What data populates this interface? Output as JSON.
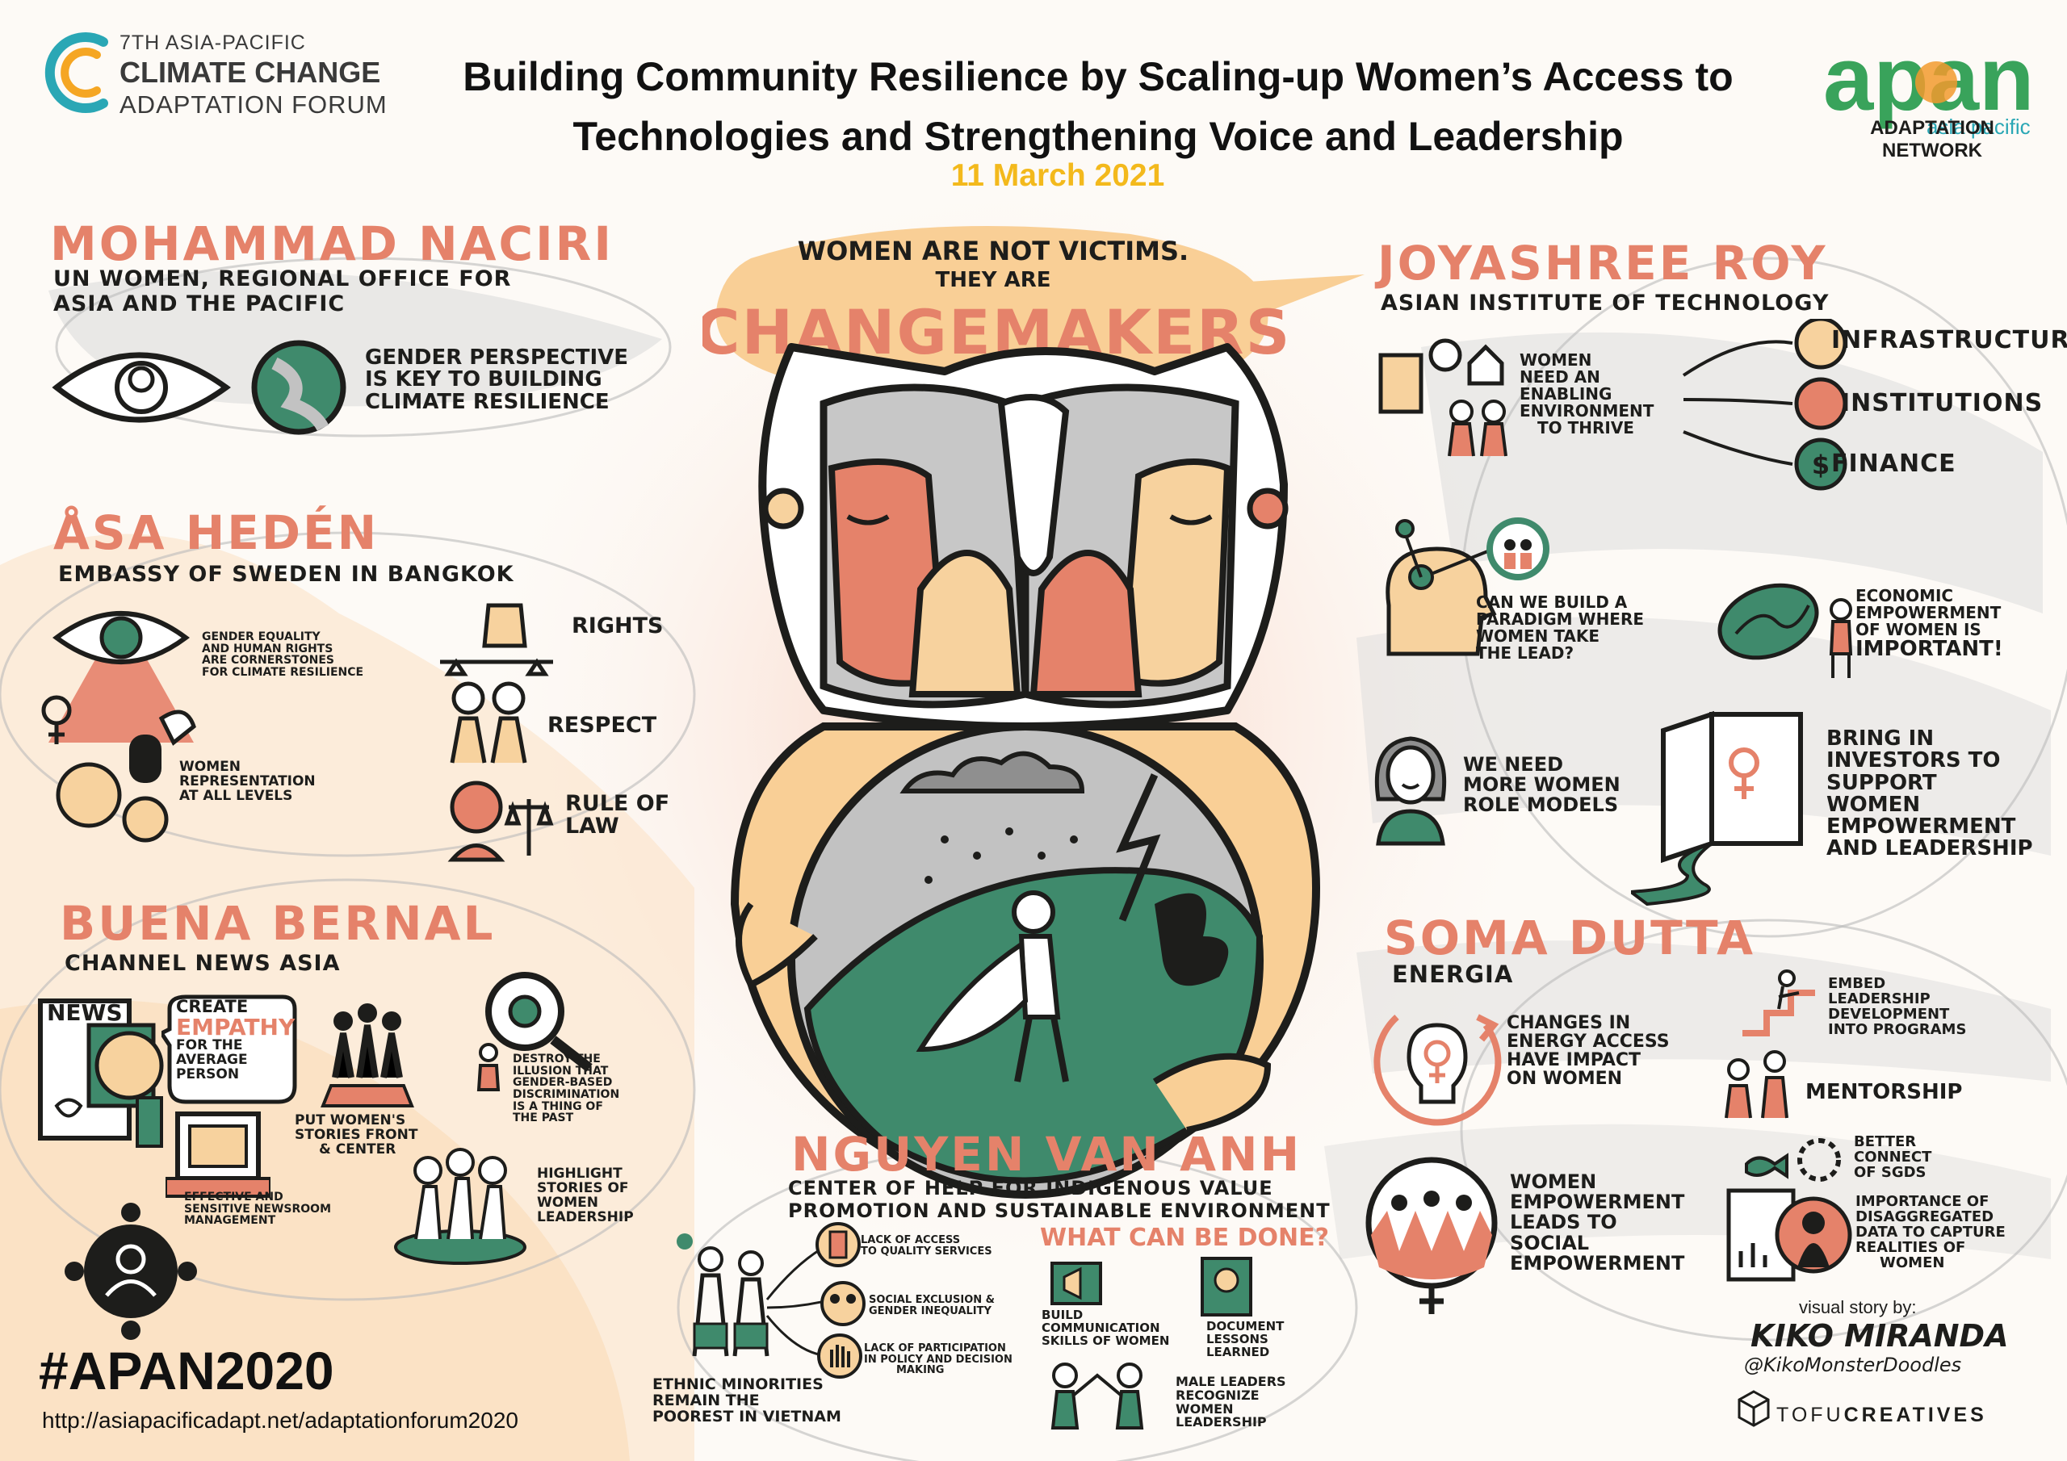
{
  "header": {
    "forum_line1": "7TH ASIA-PACIFIC",
    "forum_line2": "CLIMATE CHANGE",
    "forum_line3": "ADAPTATION FORUM",
    "title_line1": "Building Community Resilience by Scaling-up Women’s Access to",
    "title_line2": "Technologies and Strengthening Voice and Leadership",
    "date": "11 March 2021",
    "apan_logo_text": "apan",
    "apan_logo_sub": "asia pacific",
    "apan_tagline": "ADAPTATION NETWORK"
  },
  "center": {
    "bubble_line1": "WOMEN ARE NOT VICTIMS.",
    "bubble_line2": "THEY ARE",
    "bubble_line3": "CHANGEMAKERS"
  },
  "speakers": {
    "naciri": {
      "name": "MOHAMMAD NACIRI",
      "org_line1": "UN WOMEN, REGIONAL OFFICE FOR",
      "org_line2": "ASIA AND THE PACIFIC",
      "note": [
        "GENDER PERSPECTIVE",
        "IS KEY TO BUILDING",
        "CLIMATE RESILIENCE"
      ]
    },
    "heden": {
      "name": "ÅSA HEDÉN",
      "org": "EMBASSY OF SWEDEN IN BANGKOK",
      "note1": [
        "GENDER EQUALITY",
        "AND HUMAN RIGHTS",
        "ARE CORNERSTONES",
        "FOR CLIMATE RESILIENCE"
      ],
      "note2": [
        "WOMEN",
        "REPRESENTATION",
        "AT ALL LEVELS"
      ],
      "rights": "RIGHTS",
      "respect": "RESPECT",
      "rule_line1": "RULE OF",
      "rule_line2": "LAW"
    },
    "bernal": {
      "name": "BUENA BERNAL",
      "org": "CHANNEL NEWS ASIA",
      "news": "NEWS",
      "bubble": [
        "CREATE",
        "EMPATHY",
        "FOR THE",
        "AVERAGE",
        "PERSON"
      ],
      "front": [
        "PUT WOMEN'S",
        "STORIES FRONT",
        "& CENTER"
      ],
      "destroy": [
        "DESTROY THE",
        "ILLUSION THAT",
        "GENDER-BASED",
        "DISCRIMINATION",
        "IS A THING OF",
        "THE PAST"
      ],
      "newsroom": [
        "EFFECTIVE AND",
        "SENSITIVE NEWSROOM",
        "MANAGEMENT"
      ],
      "highlight": [
        "HIGHLIGHT",
        "STORIES OF",
        "WOMEN",
        "LEADERSHIP"
      ]
    },
    "roy": {
      "name": "JOYASHREE ROY",
      "org": "ASIAN INSTITUTE OF TECHNOLOGY",
      "enable": [
        "WOMEN",
        "NEED AN",
        "ENABLING",
        "ENVIRONMENT",
        "TO THRIVE"
      ],
      "infrastructure": "INFRASTRUCTURE",
      "institutions": "INSTITUTIONS",
      "finance": "FINANCE",
      "paradigm": [
        "CAN WE BUILD A",
        "PARADIGM WHERE",
        "WOMEN TAKE",
        "THE LEAD?"
      ],
      "economic": [
        "ECONOMIC",
        "EMPOWERMENT",
        "OF WOMEN IS",
        "IMPORTANT!"
      ],
      "role": [
        "WE NEED",
        "MORE WOMEN",
        "ROLE MODELS"
      ],
      "investors": [
        "BRING IN",
        "INVESTORS TO",
        "SUPPORT",
        "WOMEN",
        "EMPOWERMENT",
        "AND LEADERSHIP"
      ]
    },
    "dutta": {
      "name": "SOMA DUTTA",
      "org": "ENERGIA",
      "energy": [
        "CHANGES IN",
        "ENERGY ACCESS",
        "HAVE IMPACT",
        "ON WOMEN"
      ],
      "embed": [
        "EMBED",
        "LEADERSHIP",
        "DEVELOPMENT",
        "INTO PROGRAMS"
      ],
      "mentorship": "MENTORSHIP",
      "sdgs": [
        "BETTER",
        "CONNECT",
        "OF SGDS"
      ],
      "social": [
        "WOMEN",
        "EMPOWERMENT",
        "LEADS TO",
        "SOCIAL",
        "EMPOWERMENT"
      ],
      "data": [
        "IMPORTANCE OF",
        "DISAGGREGATED",
        "DATA TO CAPTURE",
        "REALITIES OF",
        "WOMEN"
      ]
    },
    "anh": {
      "name": "NGUYEN VAN ANH",
      "org_line1": "CENTER OF HELP FOR INDIGENOUS VALUE",
      "org_line2": "PROMOTION AND SUSTAINABLE ENVIRONMENT",
      "access": [
        "LACK OF ACCESS",
        "TO QUALITY SERVICES"
      ],
      "exclusion": [
        "SOCIAL EXCLUSION &",
        "GENDER INEQUALITY"
      ],
      "participation": [
        "LACK OF PARTICIPATION",
        "IN POLICY AND DECISION",
        "MAKING"
      ],
      "minorities": [
        "ETHNIC MINORITIES",
        "REMAIN THE",
        "POOREST IN VIETNAM"
      ],
      "what_can": "WHAT CAN BE DONE?",
      "build": [
        "BUILD",
        "COMMUNICATION",
        "SKILLS OF WOMEN"
      ],
      "document": [
        "DOCUMENT",
        "LESSONS",
        "LEARNED"
      ],
      "male": [
        "MALE LEADERS",
        "RECOGNIZE",
        "WOMEN",
        "LEADERSHIP"
      ]
    }
  },
  "footer": {
    "hashtag": "#APAN2020",
    "url": "http://asiapacificadapt.net/adaptationforum2020",
    "credit_label": "visual story by:",
    "credit_name": "KIKO MIRANDA",
    "credit_handle": "@KikoMonsterDoodles",
    "studio_1": "TOFU",
    "studio_2": "CREATIVES"
  },
  "colors": {
    "salmon": "#e5826a",
    "peach": "#f7d29e",
    "green": "#3f8a6c",
    "grey": "#c9c9c9",
    "yellow": "#f3b91c",
    "ink": "#1d1d1b"
  }
}
